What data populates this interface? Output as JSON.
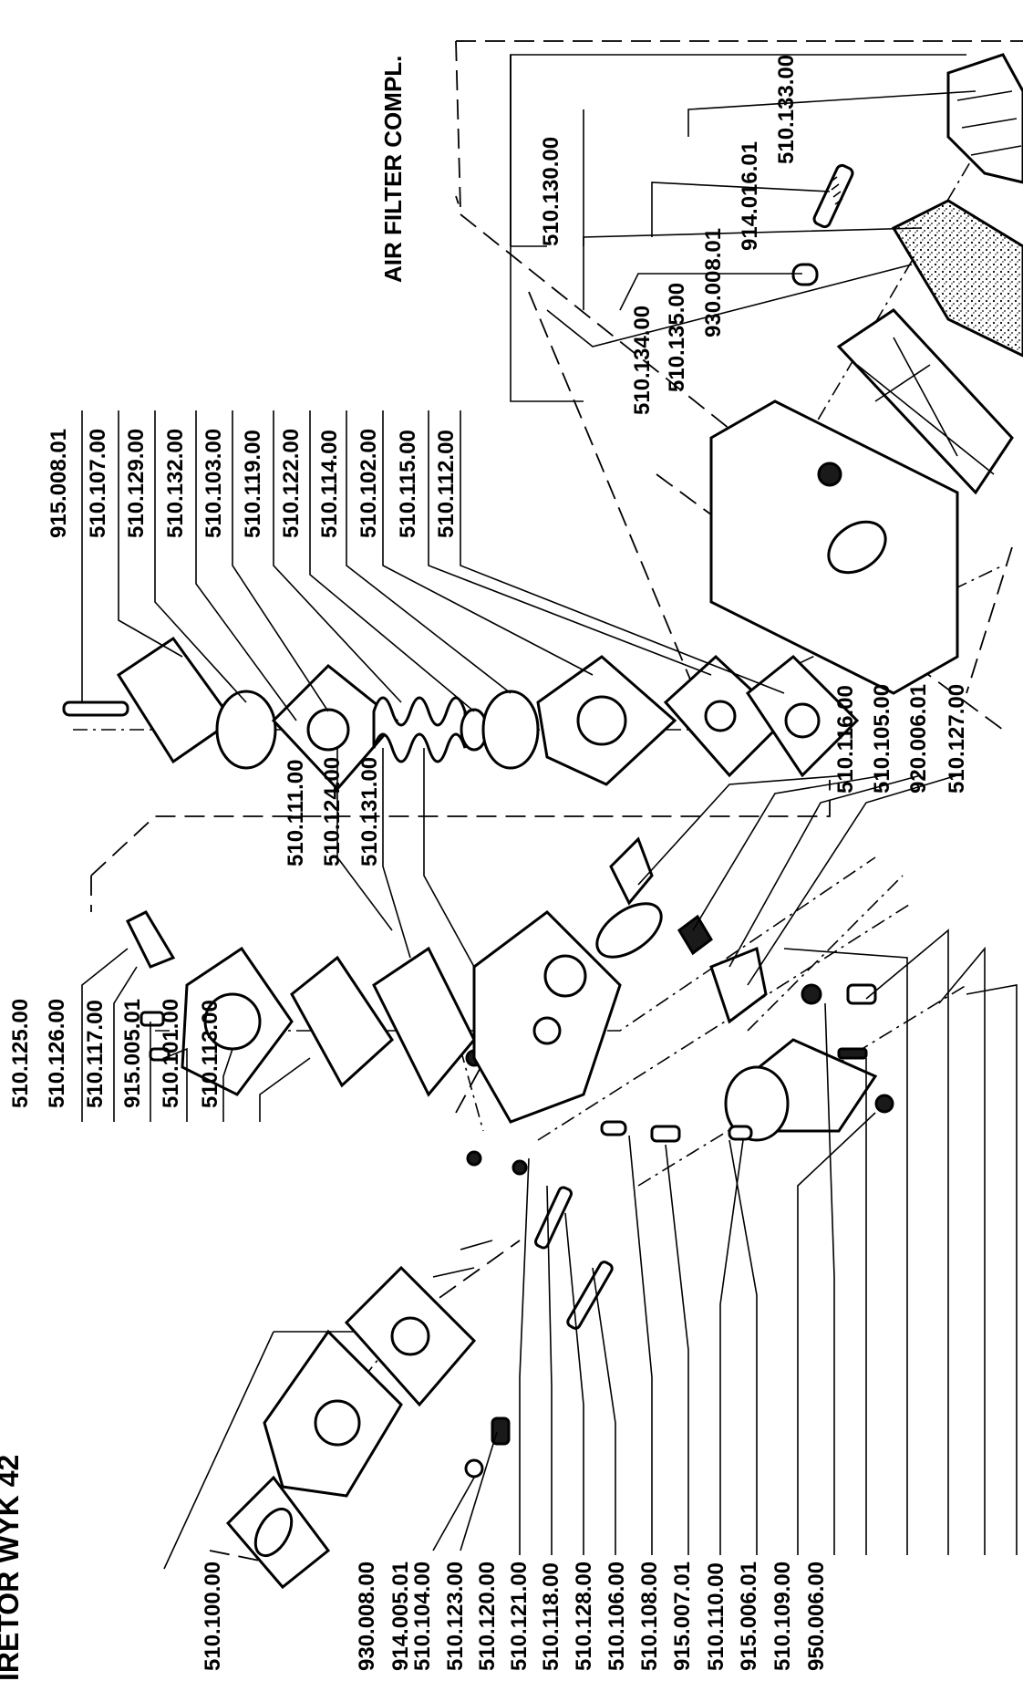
{
  "titles": {
    "carburetor": "IRETOR WYK 42",
    "air_filter": "AIR FILTER COMPL."
  },
  "labels": {
    "bottom_left": [
      "930.008.00",
      "914.005.01"
    ],
    "bottom_main": [
      "510.104.00",
      "510.123.00",
      "510.120.00",
      "510.121.00",
      "510.118.00",
      "510.128.00",
      "510.106.00",
      "510.108.00",
      "915.007.01",
      "510.110.00",
      "915.006.01",
      "510.109.00",
      "950.006.00"
    ],
    "top_left": [
      "510.125.00",
      "510.126.00",
      "510.117.00",
      "915.005.01",
      "510.101.00",
      "510.113.00"
    ],
    "group_left": "510.100.00",
    "body_group": [
      "510.111.00",
      "510.124.00",
      "510.131.00"
    ],
    "pump_group": [
      "915.008.01",
      "510.107.00",
      "510.129.00",
      "510.132.00",
      "510.103.00",
      "510.119.00",
      "510.122.00",
      "510.114.00",
      "510.102.00",
      "510.115.00",
      "510.112.00"
    ],
    "right_mid": [
      "510.116.00",
      "510.105.00",
      "920.006.01",
      "510.127.00"
    ],
    "filter_group": [
      "510.130.00",
      "510.134.00",
      "510.135.00",
      "930.008.01",
      "914.016.01",
      "510.133.00"
    ]
  }
}
